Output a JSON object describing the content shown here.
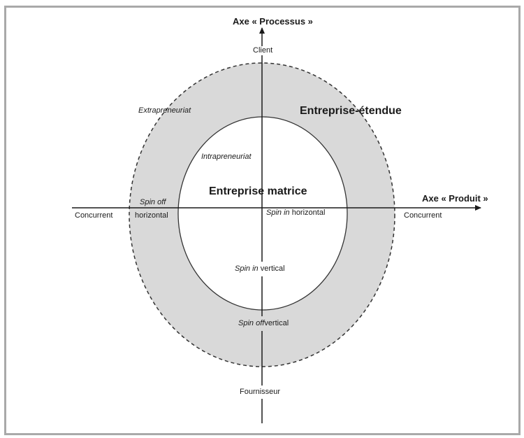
{
  "diagram": {
    "axes": {
      "vertical": {
        "title": "Axe « Processus »",
        "top_label": "Client",
        "bottom_label": "Fournisseur"
      },
      "horizontal": {
        "title": "Axe « Produit »",
        "left_label": "Concurrent",
        "right_label": "Concurrent"
      }
    },
    "regions": {
      "outer": {
        "label": "Entreprise-étendue",
        "fill": "#d9d9d9",
        "border_style": "dashed"
      },
      "inner": {
        "label": "Entreprise matrice",
        "fill": "#ffffff",
        "border_style": "solid"
      }
    },
    "annotations": {
      "extrapreneuriat": "Extrapreneuriat",
      "intrapreneuriat": "Intrapreneuriat",
      "spin_off_horizontal_italic": "Spin off",
      "spin_off_horizontal_plain": "horizontal",
      "spin_in_horizontal_italic": "Spin in",
      "spin_in_horizontal_plain": " horizontal",
      "spin_in_vertical_italic": "Spin in",
      "spin_in_vertical_plain": " vertical",
      "spin_off_vertical_italic": "Spin off",
      "spin_off_vertical_plain": "vertical"
    },
    "colors": {
      "frame_border": "#a9a9a9",
      "ring_fill": "#d9d9d9",
      "line": "#1a1a1a"
    }
  }
}
